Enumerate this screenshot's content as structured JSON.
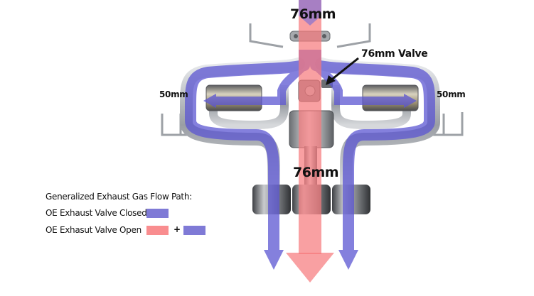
{
  "labels": {
    "top_diameter": "76mm",
    "valve": "76mm Valve",
    "left_branch": "50mm",
    "right_branch": "50mm",
    "center_lower": "76mm"
  },
  "legend": {
    "title": "Generalized Exhaust Gas Flow Path:",
    "closed": "OE Exhaust Valve Closed",
    "open": "OE Exhasut Valve Open",
    "plus": "+"
  },
  "colors": {
    "closed_path": "#7f7ad6",
    "open_path": "#f98d8f",
    "pipe_steel": "#b8bcc2",
    "muffler_dark": "#6d6f73"
  }
}
